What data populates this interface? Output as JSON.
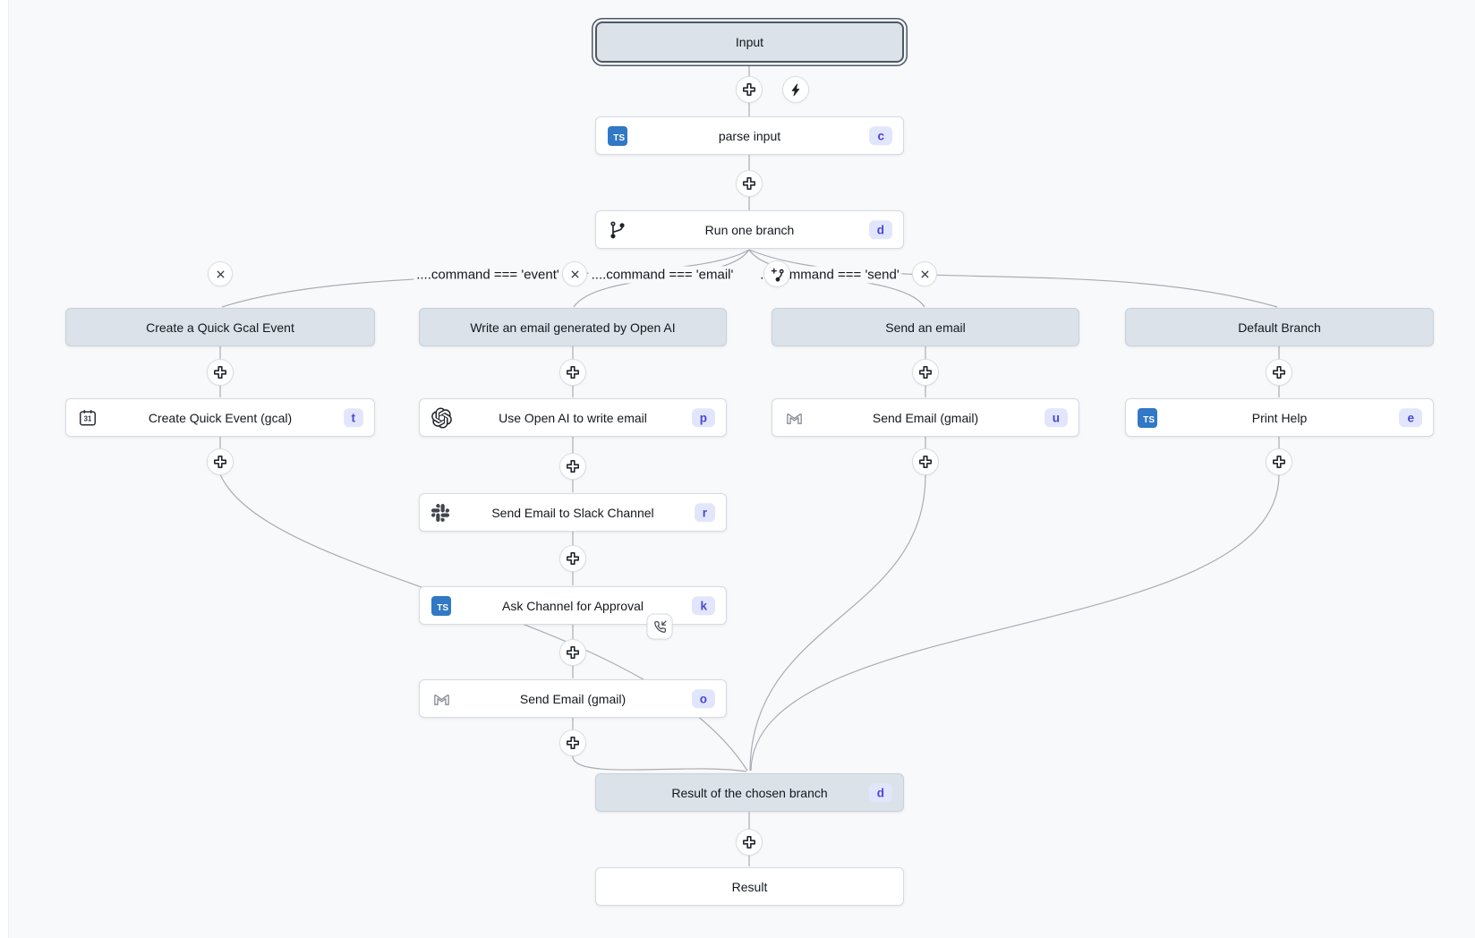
{
  "flow": {
    "input": {
      "label": "Input"
    },
    "parse_input": {
      "label": "parse input",
      "badge": "c",
      "icon": "typescript"
    },
    "run_one_branch": {
      "label": "Run one branch",
      "badge": "d",
      "icon": "git-branch"
    },
    "branch_conditions": [
      {
        "expr": "....command === 'event'"
      },
      {
        "expr": "....command === 'email'"
      },
      {
        "expr": "....command === 'send'"
      }
    ],
    "branches": [
      {
        "title": "Create a Quick Gcal Event",
        "steps": [
          {
            "label": "Create Quick Event (gcal)",
            "badge": "t",
            "icon": "gcal-calendar-31"
          }
        ]
      },
      {
        "title": "Write an email generated by Open AI",
        "steps": [
          {
            "label": "Use Open AI to write email",
            "badge": "p",
            "icon": "openai"
          },
          {
            "label": "Send Email to Slack Channel",
            "badge": "r",
            "icon": "slack"
          },
          {
            "label": "Ask Channel for Approval",
            "badge": "k",
            "icon": "typescript",
            "suspend_indicator": "phone-incoming"
          },
          {
            "label": "Send Email (gmail)",
            "badge": "o",
            "icon": "gmail"
          }
        ]
      },
      {
        "title": "Send an email",
        "steps": [
          {
            "label": "Send Email (gmail)",
            "badge": "u",
            "icon": "gmail"
          }
        ]
      },
      {
        "title": "Default Branch",
        "steps": [
          {
            "label": "Print Help",
            "badge": "e",
            "icon": "typescript"
          }
        ]
      }
    ],
    "result_of_branch": {
      "label": "Result of the chosen branch",
      "badge": "d"
    },
    "result": {
      "label": "Result"
    }
  },
  "colors": {
    "canvas_bg": "#f8f9fb",
    "node_bg": "#ffffff",
    "virtual_node_bg": "#dbe2e9",
    "selected_border": "#4d5866",
    "badge_bg": "#e2e6fc",
    "badge_text": "#4a46d6",
    "edge": "#a8adb4",
    "typescript_blue": "#3178c6"
  }
}
